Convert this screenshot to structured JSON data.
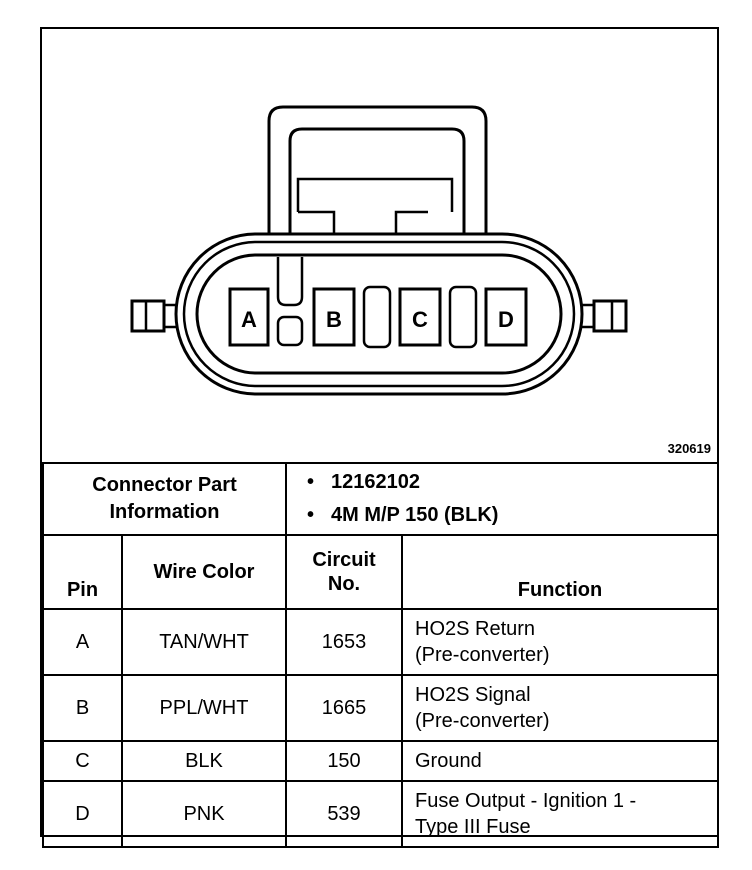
{
  "figure_id": "320619",
  "connector_pins": [
    "A",
    "B",
    "C",
    "D"
  ],
  "connector_info": {
    "label_line1": "Connector Part",
    "label_line2": "Information",
    "items": [
      "12162102",
      "4M M/P 150 (BLK)"
    ]
  },
  "table": {
    "headers": {
      "pin": "Pin",
      "wire_color": "Wire Color",
      "circuit_line1": "Circuit",
      "circuit_line2": "No.",
      "function": "Function"
    },
    "rows": [
      {
        "pin": "A",
        "wire_color": "TAN/WHT",
        "circuit": "1653",
        "function_line1": "HO2S Return",
        "function_line2": "(Pre-converter)"
      },
      {
        "pin": "B",
        "wire_color": "PPL/WHT",
        "circuit": "1665",
        "function_line1": "HO2S Signal",
        "function_line2": "(Pre-converter)"
      },
      {
        "pin": "C",
        "wire_color": "BLK",
        "circuit": "150",
        "function_line1": "Ground",
        "function_line2": ""
      },
      {
        "pin": "D",
        "wire_color": "PNK",
        "circuit": "539",
        "function_line1": "Fuse Output - Ignition 1 -",
        "function_line2": "Type III Fuse"
      }
    ]
  }
}
